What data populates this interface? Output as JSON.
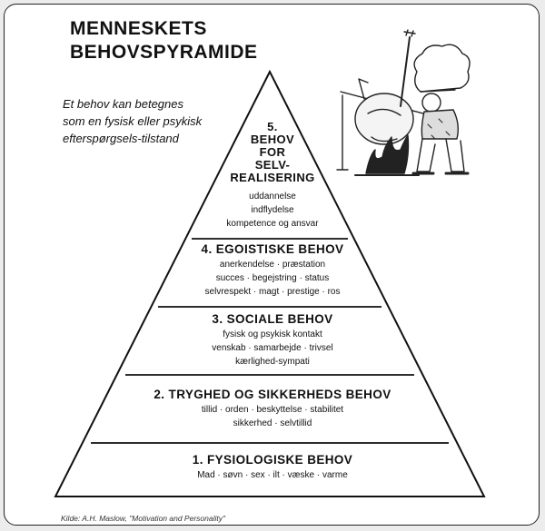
{
  "title": {
    "line1": "MENNESKETS",
    "line2": "BEHOVSPYRAMIDE"
  },
  "subtitle": {
    "line1": "Et behov kan betegnes",
    "line2": "som en fysisk eller psykisk",
    "line3": "efterspørgsels-tilstand"
  },
  "levels": [
    {
      "heading_lines": [
        "1. FYSIOLOGISKE BEHOV"
      ],
      "items": [
        "Mad · søvn · sex · ilt · væske · varme"
      ]
    },
    {
      "heading_lines": [
        "2. TRYGHED OG SIKKERHEDS BEHOV"
      ],
      "items": [
        "tillid · orden · beskyttelse · stabilitet",
        "sikkerhed · selvtillid"
      ]
    },
    {
      "heading_lines": [
        "3. SOCIALE BEHOV"
      ],
      "items": [
        "fysisk og psykisk kontakt",
        "venskab · samarbejde · trivsel",
        "kærlighed-sympati"
      ]
    },
    {
      "heading_lines": [
        "4. EGOISTISKE BEHOV"
      ],
      "items": [
        "anerkendelse · præstation",
        "succes · begejstring · status",
        "selvrespekt · magt · prestige · ros"
      ]
    },
    {
      "heading_lines": [
        "5.",
        "BEHOV",
        "FOR",
        "SELV-",
        "REALISERING"
      ],
      "items": [
        "uddannelse",
        "indflydelse",
        "kompetence og ansvar"
      ]
    }
  ],
  "source": "Kilde: A.H. Maslow, \"Motivation and Personality\"",
  "illustration": "chef-barbecue-illustration"
}
